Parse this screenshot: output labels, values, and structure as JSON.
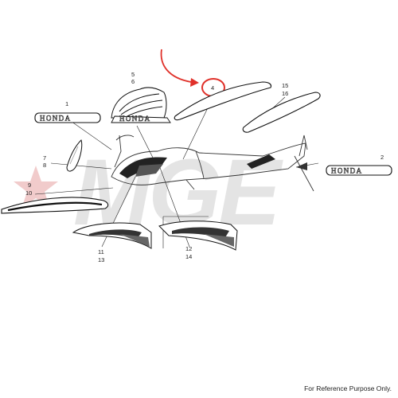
{
  "diagram": {
    "footnote": "For Reference Purpose Only.",
    "watermark": "MGE",
    "highlight_color": "#e0312a",
    "emblem_text": "HONDA",
    "callouts": {
      "c1": "1",
      "c2": "2",
      "c4": "4",
      "c5": "5",
      "c6": "6",
      "c7": "7",
      "c8": "8",
      "c9": "9",
      "c10": "10",
      "c11": "11",
      "c12": "12",
      "c13": "13",
      "c14": "14",
      "c15": "15",
      "c16": "16"
    },
    "highlighted_callout": "4"
  }
}
